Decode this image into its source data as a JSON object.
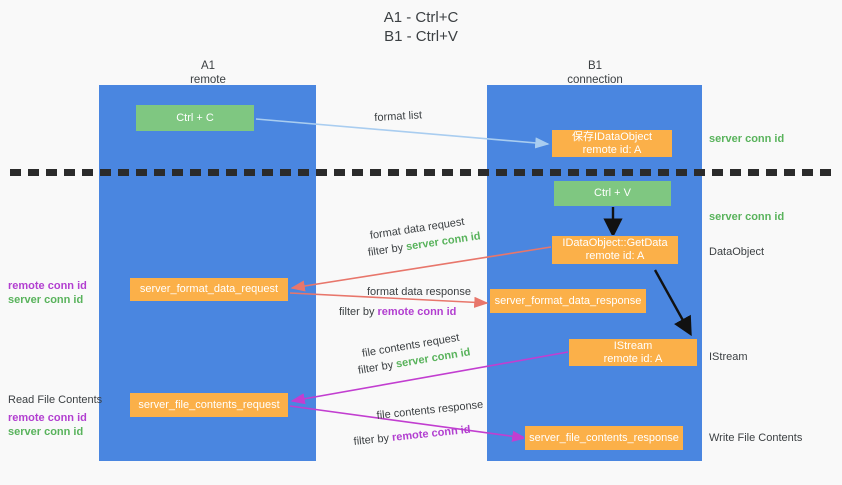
{
  "title": {
    "line1": "A1 - Ctrl+C",
    "line2": "B1 - Ctrl+V"
  },
  "columns": [
    {
      "name": "A1",
      "sub": "remote"
    },
    {
      "name": "B1",
      "sub": "connection"
    }
  ],
  "boxes": {
    "ctrl_c": "Ctrl + C",
    "ctrl_v": "Ctrl + V",
    "save_idataobject": "保存IDataObject\nremote id: A",
    "idataobject_getdata": "IDataObject::GetData\nremote id: A",
    "istream": "IStream\nremote id: A",
    "server_format_data_request": "server_format_data_request",
    "server_format_data_response": "server_format_data_response",
    "server_file_contents_request": "server_file_contents_request",
    "server_file_contents_response": "server_file_contents_response"
  },
  "edge_labels": {
    "format_list": "format list",
    "format_data_request": "format data request",
    "format_data_response": "format data response",
    "file_contents_request": "file contents request",
    "file_contents_response": "file contents response",
    "filter_by": "filter by ",
    "server_conn_id": "server conn id",
    "remote_conn_id": "remote conn id"
  },
  "right_annotations": [
    {
      "text": "server conn id",
      "kind": "green"
    },
    {
      "text": "server conn id",
      "kind": "green"
    },
    {
      "text": "DataObject",
      "kind": "plain"
    },
    {
      "text": "IStream",
      "kind": "plain"
    },
    {
      "text": "Write File Contents",
      "kind": "plain"
    }
  ],
  "left_annotations": {
    "pair1": {
      "remote": "remote conn id",
      "server": "server conn id"
    },
    "read_file_contents": "Read File Contents",
    "pair2": {
      "remote": "remote conn id",
      "server": "server conn id"
    }
  },
  "colors": {
    "panel_blue": "#4a86e0",
    "green_box": "#7fc781",
    "orange_box": "#fbb049",
    "arrow_light_blue": "#a9cdf0",
    "arrow_red": "#e8766b",
    "arrow_magenta": "#c23ed0",
    "arrow_black": "#000000",
    "green_text": "#59b35c",
    "purple_text": "#b23fd0",
    "background": "#f9f9f9"
  }
}
